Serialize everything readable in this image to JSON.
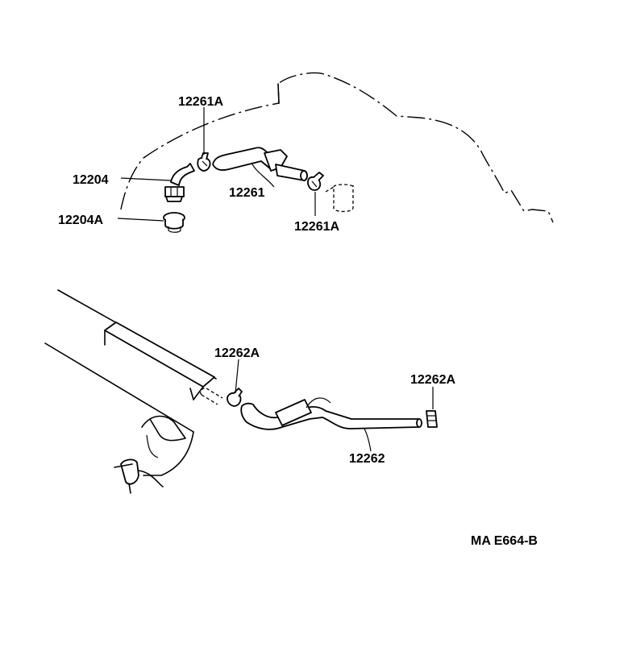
{
  "diagram": {
    "labels": {
      "l_12261A_top": "12261A",
      "l_12204": "12204",
      "l_12204A": "12204A",
      "l_12261": "12261",
      "l_12261A_bottom": "12261A",
      "l_12262A_left": "12262A",
      "l_12262A_right": "12262A",
      "l_12262": "12262"
    },
    "reference_code": "MA E664-B"
  }
}
